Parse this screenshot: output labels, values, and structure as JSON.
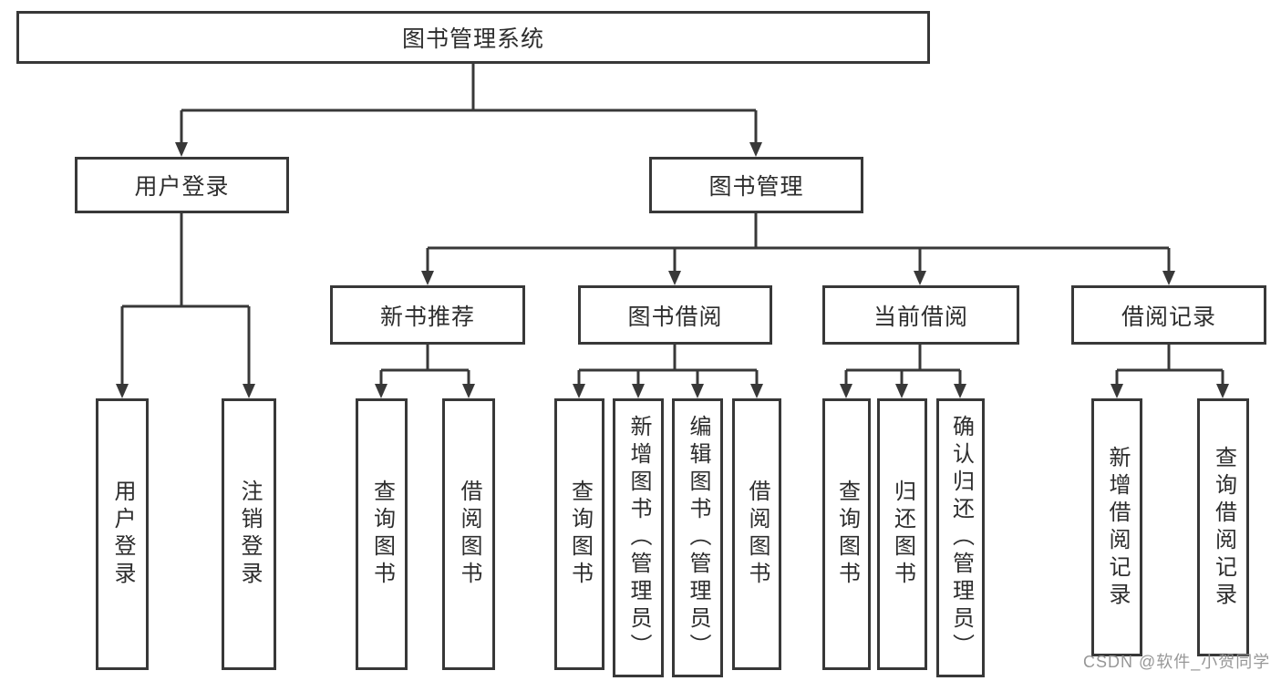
{
  "title": "图书管理系统",
  "tree": {
    "root": "图书管理系统",
    "branches": [
      {
        "label": "用户登录",
        "children": [
          "用户登录",
          "注销登录"
        ]
      },
      {
        "label": "图书管理",
        "children": [
          {
            "label": "新书推荐",
            "children": [
              "查询图书",
              "借阅图书"
            ]
          },
          {
            "label": "图书借阅",
            "children": [
              "查询图书",
              "新增图书（管理员）",
              "编辑图书（管理员）",
              "借阅图书"
            ]
          },
          {
            "label": "当前借阅",
            "children": [
              "查询图书",
              "归还图书",
              "确认归还（管理员）"
            ]
          },
          {
            "label": "借阅记录",
            "children": [
              "新增借阅记录",
              "查询借阅记录"
            ]
          }
        ]
      }
    ]
  },
  "colors": {
    "line": "#383838",
    "text": "#2d2d2d",
    "watermark": "#919191",
    "background": "#ffffff"
  },
  "watermark": "CSDN @软件_小贺同学"
}
